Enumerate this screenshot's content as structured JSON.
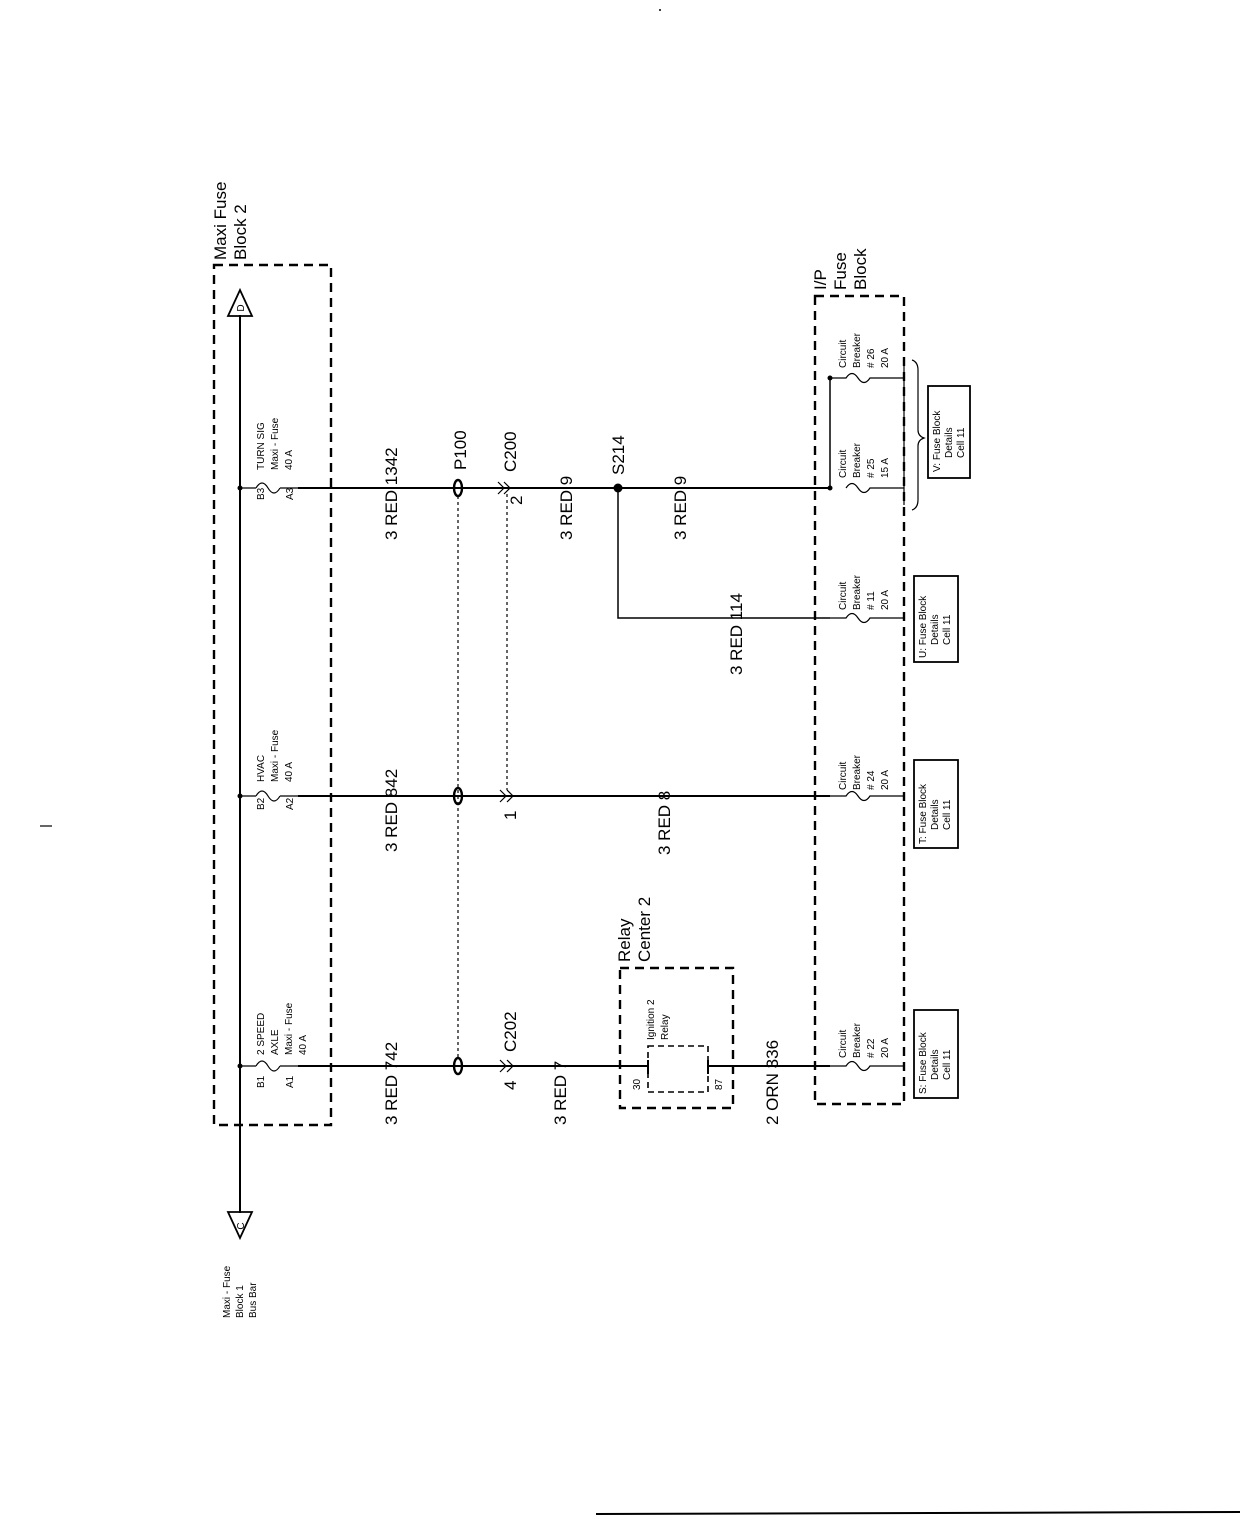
{
  "maxi_block2": {
    "line1": "Maxi Fuse",
    "line2": "Block 2"
  },
  "block1": {
    "line1": "Maxi - Fuse",
    "line2": "Block 1",
    "line3": "Bus Bar"
  },
  "conn_d": "D",
  "conn_c": "C",
  "fuses": {
    "turn": {
      "t1": "B3",
      "t2": "A3",
      "n1": "TURN SIG",
      "n2": "Maxi - Fuse",
      "n3": "40 A"
    },
    "hvac": {
      "t1": "B2",
      "t2": "A2",
      "n1": "HVAC",
      "n2": "Maxi - Fuse",
      "n3": "40 A"
    },
    "axle": {
      "t1": "B1",
      "t2": "A1",
      "n1": "2 SPEED",
      "n2": "AXLE",
      "n3": "Maxi - Fuse",
      "n4": "40 A"
    }
  },
  "wires": {
    "w1342": "3 RED 1342",
    "w9a": "3 RED 9",
    "w9b": "3 RED 9",
    "w114": "3 RED 114",
    "w842": "3 RED 842",
    "w8": "3 RED 8",
    "w742": "3 RED 742",
    "w7": "3 RED 7",
    "w336": "2 ORN 336"
  },
  "connectors": {
    "p100": "P100",
    "c200": "C200",
    "c200_p2": "2",
    "c200_p1": "1",
    "c202": "C202",
    "c202_p4": "4"
  },
  "splice": "S214",
  "relay_center": {
    "line1": "Relay",
    "line2": "Center 2"
  },
  "relay": {
    "line1": "Ignition 2",
    "line2": "Relay",
    "pin30": "30",
    "pin87": "87"
  },
  "ip_block": {
    "line1": "I/P",
    "line2": "Fuse",
    "line3": "Block"
  },
  "breakers": {
    "cb26": {
      "l1": "Circuit",
      "l2": "Breaker",
      "l3": "# 26",
      "l4": "20 A"
    },
    "cb25": {
      "l1": "Circuit",
      "l2": "Breaker",
      "l3": "# 25",
      "l4": "15 A"
    },
    "cb11": {
      "l1": "Circuit",
      "l2": "Breaker",
      "l3": "# 11",
      "l4": "20 A"
    },
    "cb24": {
      "l1": "Circuit",
      "l2": "Breaker",
      "l3": "# 24",
      "l4": "20 A"
    },
    "cb22": {
      "l1": "Circuit",
      "l2": "Breaker",
      "l3": "# 22",
      "l4": "20 A"
    }
  },
  "refs": {
    "v": {
      "l1": "V: Fuse Block",
      "l2": "Details",
      "l3": "Cell 11"
    },
    "u": {
      "l1": "U: Fuse Block",
      "l2": "Details",
      "l3": "Cell 11"
    },
    "t": {
      "l1": "T: Fuse Block",
      "l2": "Details",
      "l3": "Cell 11"
    },
    "s": {
      "l1": "S: Fuse Block",
      "l2": "Details",
      "l3": "Cell 11"
    }
  }
}
